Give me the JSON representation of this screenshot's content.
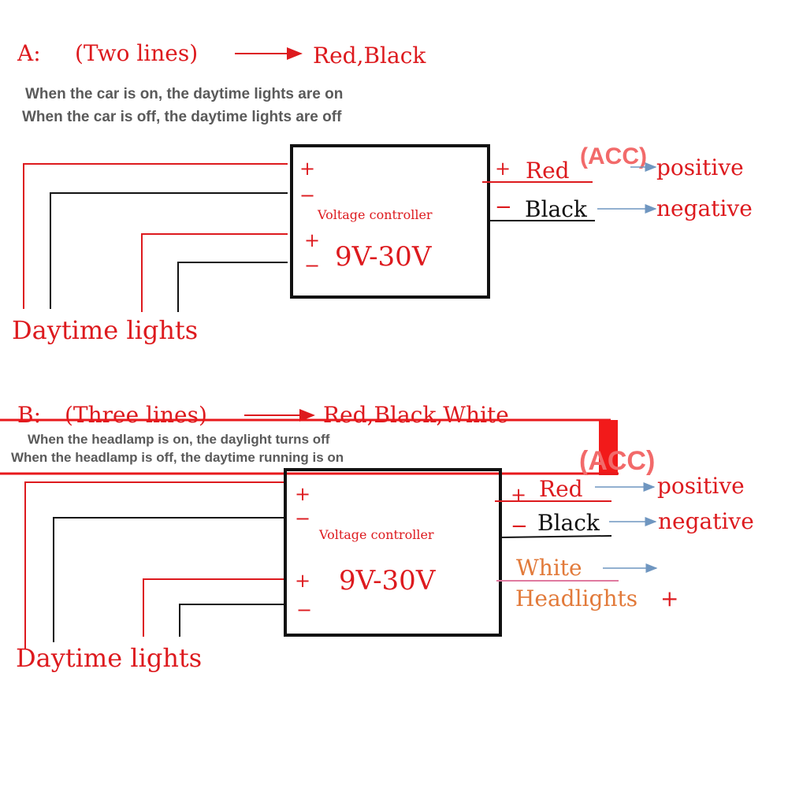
{
  "colors": {
    "red": "#dd1a1e",
    "black": "#111111",
    "orange": "#e27a3a",
    "arrow": "#6f96c0",
    "acc": "#f26a6a"
  },
  "sectionA": {
    "label": "A:",
    "lines": "(Two lines)",
    "wires": "Red,Black",
    "note1": "When the car is on, the daytime lights are on",
    "note2": "When the car is off, the daytime lights are off",
    "box": {
      "plus1": "+",
      "minus1": "−",
      "title": "Voltage controller",
      "plus2": "+",
      "minus2": "−",
      "voltage": "9V-30V"
    },
    "right": {
      "plus": "+",
      "red": "Red",
      "acc": "(ACC)",
      "positive": "positive",
      "minus": "−",
      "black": "Black",
      "negative": "negative"
    },
    "daytime": "Daytime lights"
  },
  "sectionB": {
    "label": "B:",
    "lines": "(Three lines)",
    "wires": "Red,Black,White",
    "note1": "When the headlamp is on, the daylight turns off",
    "note2": "When the headlamp is off, the daytime running is on",
    "box": {
      "plus1": "+",
      "minus1": "−",
      "title": "Voltage controller",
      "plus2": "+",
      "minus2": "−",
      "voltage": "9V-30V"
    },
    "right": {
      "plus": "+",
      "red": "Red",
      "acc": "(ACC)",
      "positive": "positive",
      "minus": "−",
      "black": "Black",
      "negative": "negative",
      "white": "White",
      "headlights": "Headlights",
      "headlights_plus": "+"
    },
    "daytime": "Daytime lights"
  }
}
